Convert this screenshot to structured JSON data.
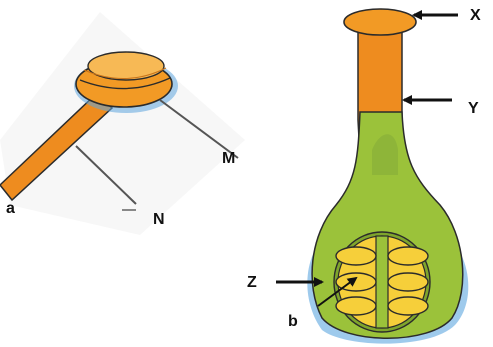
{
  "labels": {
    "a": "a",
    "m": "M",
    "n": "N",
    "x": "X",
    "y": "Y",
    "z": "Z",
    "b": "b"
  },
  "colors": {
    "stamen_orange": "#f29a25",
    "anther_light": "#f7b955",
    "filament_orange": "#ee8c1f",
    "pistil_green": "#9bc23a",
    "pistil_green_dark": "#7fa52c",
    "ovule_yellow": "#f6cf3a",
    "blue_shadow": "#5ea6df",
    "outline": "#2b2b2b"
  }
}
